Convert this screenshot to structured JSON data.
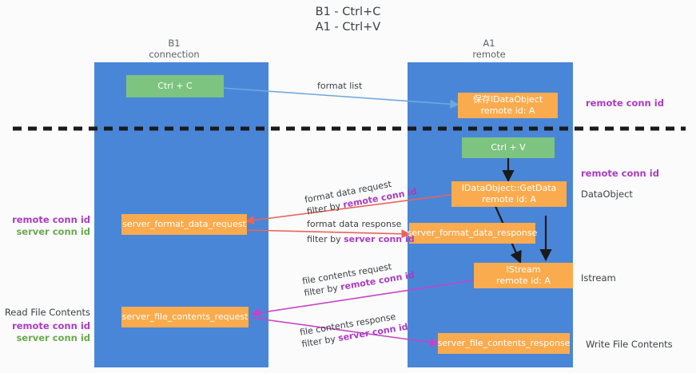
{
  "title": {
    "line1": "B1 - Ctrl+C",
    "line2": "A1 - Ctrl+V"
  },
  "columns": [
    {
      "id": "b1",
      "name": "B1",
      "sub": "connection"
    },
    {
      "id": "a1",
      "name": "A1",
      "sub": "remote"
    }
  ],
  "divider": {
    "style": "dashed",
    "color": "#1a1a1a"
  },
  "colors": {
    "lane": "#4a86d8",
    "green_node": "#7cc47f",
    "orange_node": "#f9ab4e",
    "purple_text": "#a83cc0",
    "green_text": "#6aa84f",
    "blue_arrow": "#6fa8dc",
    "red_arrow": "#e8645a",
    "magenta_arrow": "#c743c7",
    "black_arrow": "#1a1a1a"
  },
  "nodes": {
    "ctrl_c": {
      "label": "Ctrl + C"
    },
    "idataobject_remote": {
      "label": "保存IDataObject",
      "sub": "remote id: A"
    },
    "ctrl_v": {
      "label": "Ctrl + V"
    },
    "getdata": {
      "label": "IDataObject::GetData",
      "sub": "remote id: A"
    },
    "server_format_data_request": {
      "label": "server_format_data_request"
    },
    "server_format_data_response": {
      "label": "server_format_data_response"
    },
    "istream": {
      "label": "IStream",
      "sub": "remote id: A"
    },
    "server_file_contents_request": {
      "label": "server_file_contents_request"
    },
    "server_file_contents_response": {
      "label": "server_file_contents_response"
    }
  },
  "edges": {
    "format_list": {
      "line1": "format list",
      "line2": ""
    },
    "format_data_request": {
      "line1": "format data request",
      "line2_pre": "filter by ",
      "line2_em": "remote conn id"
    },
    "format_data_response": {
      "line1": "format data response",
      "line2_pre": "filter by ",
      "line2_em": "server conn id"
    },
    "file_contents_request": {
      "line1": "file contents request",
      "line2_pre": "filter by ",
      "line2_em": "remote conn id"
    },
    "file_contents_response": {
      "line1": "file contents response",
      "line2_pre": "filter by ",
      "line2_em": "server conn id"
    }
  },
  "annotations": {
    "right_remote_conn_top": {
      "text": "remote conn id"
    },
    "right_remote_conn_mid": {
      "text": "remote conn id"
    },
    "right_dataobject": {
      "text": "DataObject"
    },
    "right_istream": {
      "text": "Istream"
    },
    "right_write_file": {
      "text": "Write File Contents"
    },
    "left_ids_mid": {
      "line1": "remote conn id",
      "line2": "server conn id"
    },
    "left_read_file": {
      "text": "Read File Contents"
    },
    "left_ids_bottom": {
      "line1": "remote conn id",
      "line2": "server conn id"
    }
  }
}
